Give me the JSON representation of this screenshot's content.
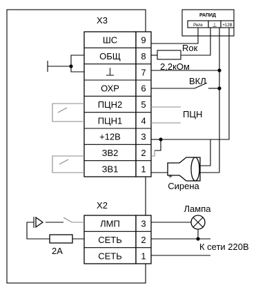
{
  "connectors": {
    "x3": {
      "title": "X3",
      "pins": [
        {
          "label": "ШС",
          "num": "9"
        },
        {
          "label": "ОБЩ",
          "num": "8"
        },
        {
          "label": "⊥",
          "num": "7"
        },
        {
          "label": "ОХР",
          "num": "6"
        },
        {
          "label": "ПЦН2",
          "num": "5"
        },
        {
          "label": "ПЦН1",
          "num": "4"
        },
        {
          "label": "+12В",
          "num": "3"
        },
        {
          "label": "ЗВ2",
          "num": "2"
        },
        {
          "label": "ЗВ1",
          "num": "1"
        }
      ]
    },
    "x2": {
      "title": "X2",
      "pins": [
        {
          "label": "ЛМП",
          "num": "3"
        },
        {
          "label": "СЕТЬ",
          "num": "2"
        },
        {
          "label": "СЕТЬ",
          "num": "1"
        }
      ]
    }
  },
  "rapid": {
    "title": "РАПИД",
    "terminals": [
      "Реле",
      "⊥",
      "+12В"
    ]
  },
  "labels": {
    "resistor_name": "Rок",
    "resistor_value": "2,2кОм",
    "switch": "ВКЛ",
    "pcn": "ПЦН",
    "siren": "Сирена",
    "siren_plus": "+",
    "lamp": "Лампа",
    "mains": "К сети 220В",
    "fuse": "2А"
  }
}
